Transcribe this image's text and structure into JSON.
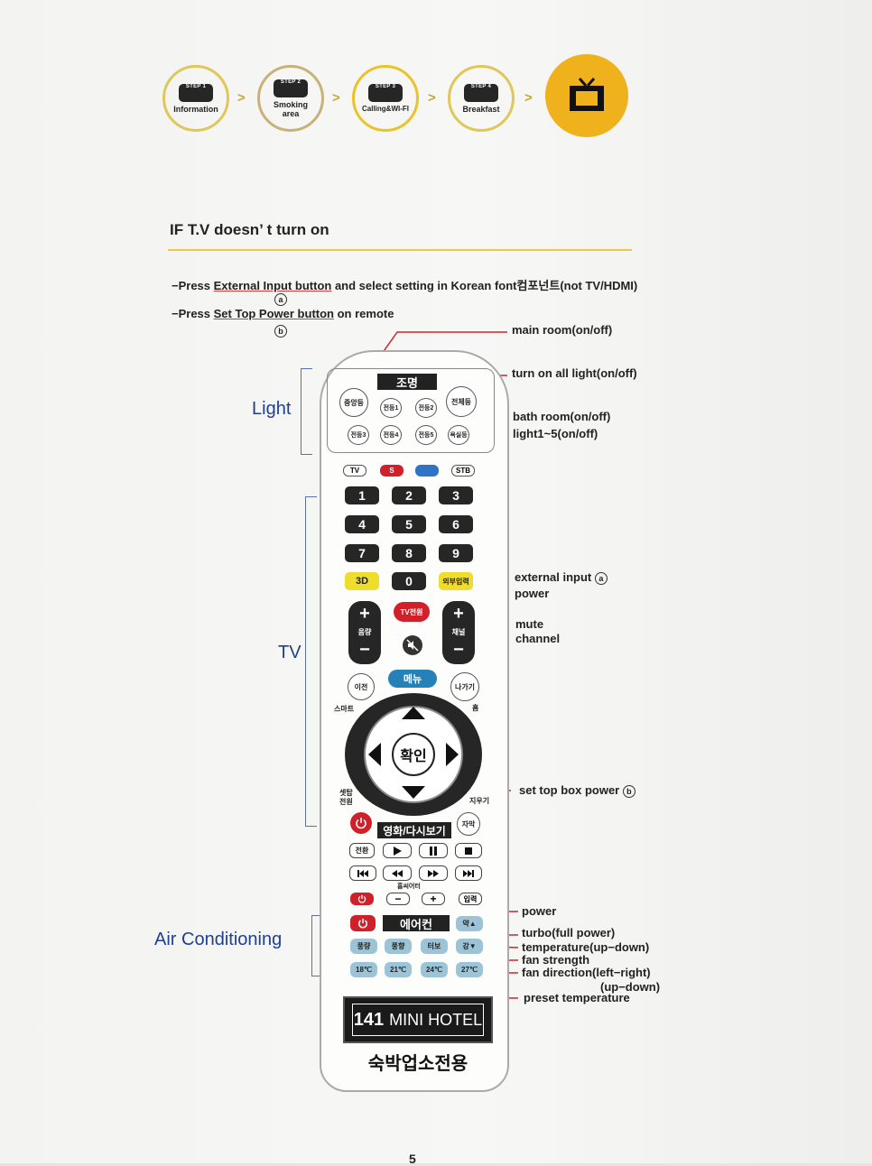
{
  "steps": [
    {
      "num": "STEP 1",
      "label": "Information"
    },
    {
      "num": "STEP 2",
      "label": "Smoking area"
    },
    {
      "num": "STEP 3",
      "label": "Calling&WI-FI"
    },
    {
      "num": "STEP 4",
      "label": "Breakfast"
    }
  ],
  "step_arrow": ">",
  "heading": "IF T.V doesn’ t turn on",
  "instructions": {
    "line1_pre": "−Press ",
    "line1_link": "External Input button",
    "line1_post": " and select setting in Korean font컴포넌트(not TV/HDMI)",
    "line1_mark": "a",
    "line2_pre": "−Press ",
    "line2_link": "Set Top Power button",
    "line2_post": " on remote",
    "line2_mark": "b"
  },
  "sections": {
    "light": "Light",
    "tv": "TV",
    "aircon": "Air Conditioning"
  },
  "annotations": {
    "main_room": "main room(on/off)",
    "all_light": "turn on all light(on/off)",
    "bath_room": "bath room(on/off)",
    "light15": "light1~5(on/off)",
    "external_input": "external input",
    "external_mark": "a",
    "power": "power",
    "mute": "mute",
    "channel": "channel",
    "settop": "set top box power",
    "settop_mark": "b",
    "ac_power": "power",
    "turbo": "turbo(full power)",
    "temperature": "temperature(up−down)",
    "fan_strength": "fan strength",
    "fan_direction": "fan direction(left−right)",
    "updown": "(up−down)",
    "preset": "preset temperature"
  },
  "remote": {
    "light_title": "조명",
    "light_main": "중앙등",
    "light_all": "전체등",
    "light_row1": [
      "전등1",
      "전등2"
    ],
    "light_row2": [
      "전등3",
      "전등4",
      "전등5"
    ],
    "light_bath": "욕실등",
    "modes": [
      "TV",
      "S",
      "",
      "STB"
    ],
    "keypad": [
      "1",
      "2",
      "3",
      "4",
      "5",
      "6",
      "7",
      "8",
      "9"
    ],
    "btn_3d": "3D",
    "btn_0": "0",
    "btn_external": "외부입력",
    "btn_tvpower": "TV전원",
    "vol_plus": "+",
    "vol_label": "음량",
    "vol_minus": "−",
    "ch_plus": "+",
    "ch_label": "채널",
    "ch_minus": "−",
    "btn_prev": "이전",
    "btn_menu": "메뉴",
    "btn_exit": "나가기",
    "label_smart": "스마트",
    "label_home": "홈",
    "btn_ok": "확인",
    "label_settop": "셋탑\n전원",
    "label_delete": "지우기",
    "movie_bar": "영화/다시보기",
    "btn_subtitle": "자막",
    "btn_switch": "전환",
    "theater_label": "홈씨어터",
    "btn_input": "입력",
    "ac_bar": "에어컨",
    "ac_weak": "약▲",
    "ac_row2": [
      "풍량",
      "풍향",
      "터보",
      "강▼"
    ],
    "ac_temps": [
      "18℃",
      "21℃",
      "24℃",
      "27℃"
    ],
    "logo_num": "141",
    "logo_text": "MINI HOTEL",
    "bottom_text": "숙박업소전용"
  },
  "page_number": "5",
  "colors": {
    "gold": "#efb21c",
    "accent_blue": "#1f3f93",
    "red": "#d0202a",
    "ac_blue": "#9cc4d6"
  }
}
